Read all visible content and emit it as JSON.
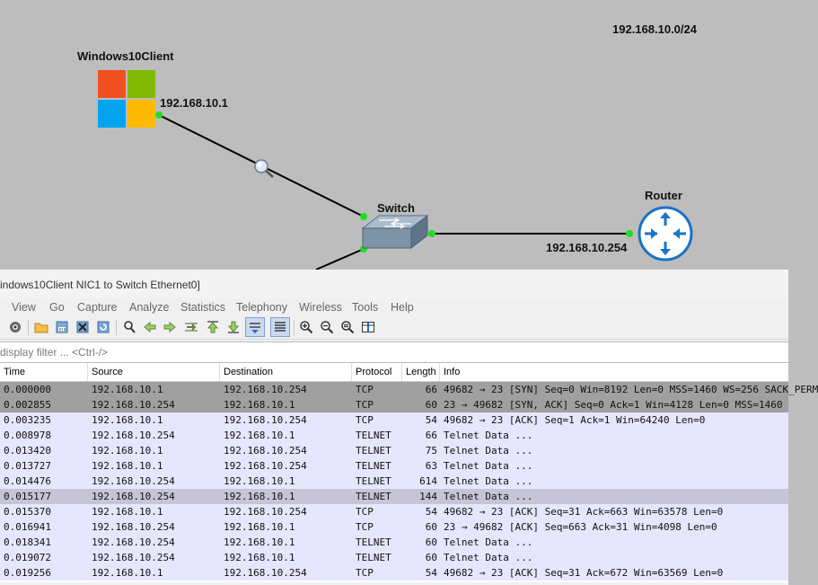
{
  "topology": {
    "subnet_label": "192.168.10.0/24",
    "client": {
      "name": "Windows10Client",
      "ip": "192.168.10.1",
      "logo_colors": [
        "#f25022",
        "#7fba00",
        "#00a4ef",
        "#ffb900"
      ]
    },
    "switch": {
      "name": "Switch"
    },
    "router": {
      "name": "Router",
      "ip": "192.168.10.254"
    },
    "link_up_color": "#22dd22",
    "capture_icon": "magnifier-icon"
  },
  "wireshark": {
    "title": "indows10Client NIC1 to Switch Ethernet0]",
    "menu": [
      "View",
      "Go",
      "Capture",
      "Analyze",
      "Statistics",
      "Telephony",
      "Wireless",
      "Tools",
      "Help"
    ],
    "toolbar_icons": [
      "capture-options-icon",
      "open-file-icon",
      "save-file-icon",
      "close-file-icon",
      "reload-icon",
      "find-packet-icon",
      "go-back-icon",
      "go-forward-icon",
      "go-to-packet-icon",
      "go-first-icon",
      "go-last-icon",
      "autoscroll-icon",
      "colorize-icon",
      "zoom-in-icon",
      "zoom-out-icon",
      "zoom-reset-icon",
      "resize-columns-icon"
    ],
    "filter_placeholder": "display filter ... <Ctrl-/>",
    "columns": [
      "Time",
      "Source",
      "Destination",
      "Protocol",
      "Length",
      "Info"
    ],
    "packets": [
      {
        "time": "0.000000",
        "src": "192.168.10.1",
        "dst": "192.168.10.254",
        "proto": "TCP",
        "len": "66",
        "info": "49682 → 23 [SYN] Seq=0 Win=8192 Len=0 MSS=1460 WS=256 SACK_PERM",
        "bg": "#a0a0a0"
      },
      {
        "time": "0.002855",
        "src": "192.168.10.254",
        "dst": "192.168.10.1",
        "proto": "TCP",
        "len": "60",
        "info": "23 → 49682 [SYN, ACK] Seq=0 Ack=1 Win=4128 Len=0 MSS=1460",
        "bg": "#a0a0a0"
      },
      {
        "time": "0.003235",
        "src": "192.168.10.1",
        "dst": "192.168.10.254",
        "proto": "TCP",
        "len": "54",
        "info": "49682 → 23 [ACK] Seq=1 Ack=1 Win=64240 Len=0",
        "bg": "#e7e6ff"
      },
      {
        "time": "0.008978",
        "src": "192.168.10.254",
        "dst": "192.168.10.1",
        "proto": "TELNET",
        "len": "66",
        "info": "Telnet Data ...",
        "bg": "#e7e6ff"
      },
      {
        "time": "0.013420",
        "src": "192.168.10.1",
        "dst": "192.168.10.254",
        "proto": "TELNET",
        "len": "75",
        "info": "Telnet Data ...",
        "bg": "#e7e6ff"
      },
      {
        "time": "0.013727",
        "src": "192.168.10.1",
        "dst": "192.168.10.254",
        "proto": "TELNET",
        "len": "63",
        "info": "Telnet Data ...",
        "bg": "#e7e6ff"
      },
      {
        "time": "0.014476",
        "src": "192.168.10.254",
        "dst": "192.168.10.1",
        "proto": "TELNET",
        "len": "614",
        "info": "Telnet Data ...",
        "bg": "#e7e6ff"
      },
      {
        "time": "0.015177",
        "src": "192.168.10.254",
        "dst": "192.168.10.1",
        "proto": "TELNET",
        "len": "144",
        "info": "Telnet Data ...",
        "bg": "#c8c4d8"
      },
      {
        "time": "0.015370",
        "src": "192.168.10.1",
        "dst": "192.168.10.254",
        "proto": "TCP",
        "len": "54",
        "info": "49682 → 23 [ACK] Seq=31 Ack=663 Win=63578 Len=0",
        "bg": "#e7e6ff"
      },
      {
        "time": "0.016941",
        "src": "192.168.10.254",
        "dst": "192.168.10.1",
        "proto": "TCP",
        "len": "60",
        "info": "23 → 49682 [ACK] Seq=663 Ack=31 Win=4098 Len=0",
        "bg": "#e7e6ff"
      },
      {
        "time": "0.018341",
        "src": "192.168.10.254",
        "dst": "192.168.10.1",
        "proto": "TELNET",
        "len": "60",
        "info": "Telnet Data ...",
        "bg": "#e7e6ff"
      },
      {
        "time": "0.019072",
        "src": "192.168.10.254",
        "dst": "192.168.10.1",
        "proto": "TELNET",
        "len": "60",
        "info": "Telnet Data ...",
        "bg": "#e7e6ff"
      },
      {
        "time": "0.019256",
        "src": "192.168.10.1",
        "dst": "192.168.10.254",
        "proto": "TCP",
        "len": "54",
        "info": "49682 → 23 [ACK] Seq=31 Ack=672 Win=63569 Len=0",
        "bg": "#e7e6ff"
      }
    ]
  }
}
